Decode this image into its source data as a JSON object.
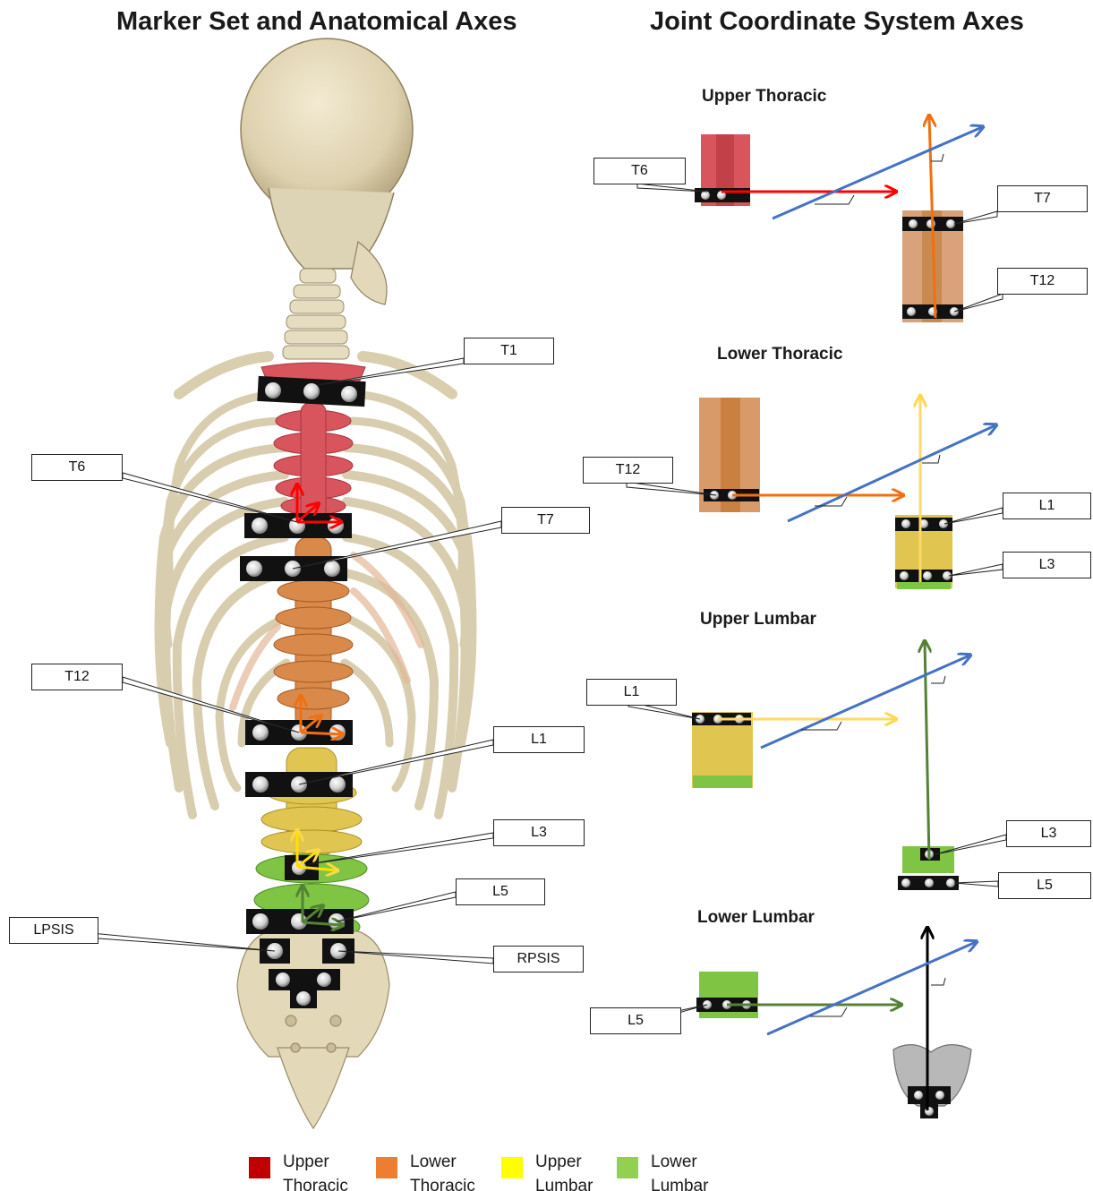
{
  "titles": {
    "left": "Marker Set and Anatomical Axes",
    "right": "Joint Coordinate System Axes"
  },
  "sections": {
    "upper_thoracic": "Upper Thoracic",
    "lower_thoracic": "Lower Thoracic",
    "upper_lumbar": "Upper Lumbar",
    "lower_lumbar": "Lower Lumbar"
  },
  "left_labels": {
    "t1": "T1",
    "t6": "T6",
    "t7": "T7",
    "t12": "T12",
    "l1": "L1",
    "l3": "L3",
    "l5": "L5",
    "lpsis": "LPSIS",
    "rpsis": "RPSIS"
  },
  "right_labels": {
    "ut_t6": "T6",
    "ut_t7": "T7",
    "ut_t12": "T12",
    "lt_t12": "T12",
    "lt_l1": "L1",
    "lt_l3": "L3",
    "ul_l1": "L1",
    "ul_l3": "L3",
    "ul_l5": "L5",
    "ll_l5": "L5"
  },
  "legend": [
    {
      "line1": "Upper",
      "line2": "Thoracic",
      "color": "#c00000"
    },
    {
      "line1": "Lower",
      "line2": "Thoracic",
      "color": "#ed7d31"
    },
    {
      "line1": "Upper",
      "line2": "Lumbar",
      "color": "#ffff00"
    },
    {
      "line1": "Lower",
      "line2": "Lumbar",
      "color": "#92d050"
    }
  ],
  "colors": {
    "bone": "#e6dcc0",
    "bone_shadow": "#b8ab88",
    "upper_thoracic": "#d9555e",
    "lower_thoracic": "#d98a4a",
    "upper_lumbar": "#e0c650",
    "lower_lumbar": "#7fc443",
    "marker_plate": "#111111",
    "axis_red": "#ff0000",
    "axis_orange": "#f07010",
    "axis_yellow": "#ffd84a",
    "axis_lightyellow": "#ffd966",
    "axis_green": "#548235",
    "axis_blue": "#4472c4",
    "axis_black": "#000000"
  }
}
